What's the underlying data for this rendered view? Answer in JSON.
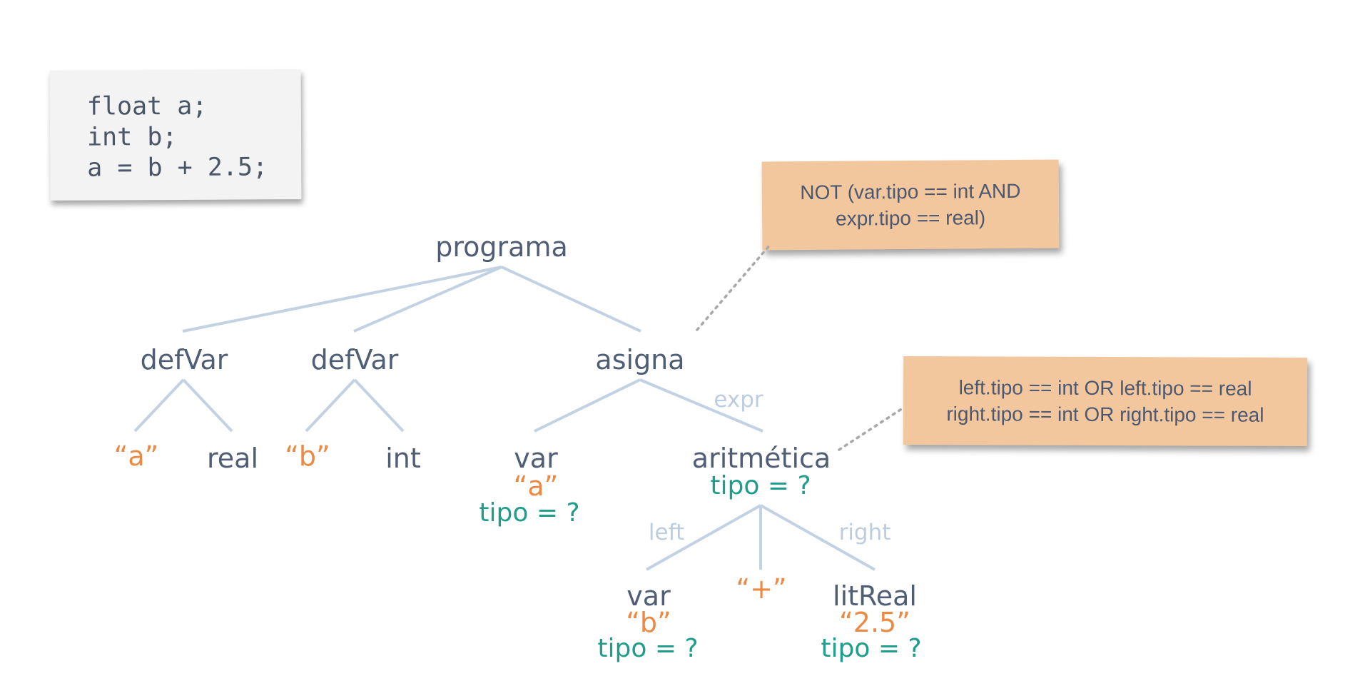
{
  "code_card": {
    "lines": [
      "float a;",
      "int b;",
      "a = b + 2.5;"
    ]
  },
  "notes": {
    "note1": {
      "lines": [
        "NOT (var.tipo == int AND",
        "expr.tipo == real)"
      ]
    },
    "note2": {
      "lines": [
        "left.tipo == int OR left.tipo == real",
        "right.tipo == int OR right.tipo == real"
      ]
    }
  },
  "tree": {
    "programa": "programa",
    "defvar1": "defVar",
    "defvar1_name": "“a”",
    "defvar1_type": "real",
    "defvar2": "defVar",
    "defvar2_name": "“b”",
    "defvar2_type": "int",
    "asigna": "asigna",
    "asigna_edge_expr": "expr",
    "var_a": "var",
    "var_a_name": "“a”",
    "var_a_tipo": "tipo = ?",
    "aritmetica": "aritmética",
    "aritmetica_tipo": "tipo = ?",
    "edge_left": "left",
    "edge_right": "right",
    "var_b": "var",
    "var_b_name": "“b”",
    "var_b_tipo": "tipo = ?",
    "op": "“+”",
    "litreal": "litReal",
    "litreal_value": "“2.5”",
    "litreal_tipo": "tipo = ?"
  },
  "colors": {
    "node_text": "#4f5e75",
    "string_text": "#ec8a45",
    "type_text": "#1e9e8a",
    "edge": "#c3d2e3",
    "edge_label": "#bdcde0",
    "note_bg": "#f3c79e",
    "code_bg": "#f3f3f3"
  }
}
